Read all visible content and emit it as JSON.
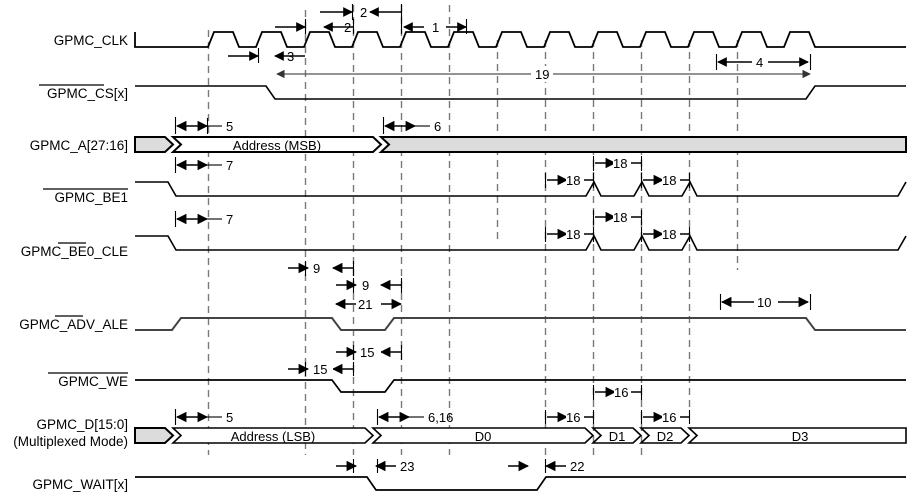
{
  "diagram": {
    "title": "GPMC Synchronous Multiplexed Write Timing Diagram",
    "type": "timing-diagram",
    "colors": {
      "signal": "#000000",
      "gridline": "#7a7a7a",
      "bus_fill_idle": "#dcdcdc",
      "bus_fill_active": "#ffffff",
      "background": "#ffffff"
    },
    "signals": [
      {
        "id": "clk",
        "label": "GPMC_CLK",
        "overline": "",
        "label2": ""
      },
      {
        "id": "cs",
        "label": "GPMC_CS[x]",
        "overline": "GPMC_CS",
        "label2": ""
      },
      {
        "id": "a",
        "label": "GPMC_A[27:16]",
        "overline": "",
        "label2": ""
      },
      {
        "id": "be1",
        "label": "GPMC_BE1",
        "overline": "GPMC_BE1",
        "label2": ""
      },
      {
        "id": "be0",
        "label": "GPMC_BE0_CLE",
        "overline": "BE0",
        "label2": ""
      },
      {
        "id": "adv",
        "label": "GPMC_ADV_ALE",
        "overline": "ADV",
        "label2": ""
      },
      {
        "id": "we",
        "label": "GPMC_WE",
        "overline": "GPMC_WE",
        "label2": ""
      },
      {
        "id": "d",
        "label": "GPMC_D[15:0]",
        "overline": "",
        "label2": "(Multiplexed Mode)"
      },
      {
        "id": "wait",
        "label": "GPMC_WAIT[x]",
        "overline": "",
        "label2": ""
      }
    ],
    "bus_segments": {
      "address_msb": "Address (MSB)",
      "address_lsb": "Address (LSB)",
      "d0": "D0",
      "d1": "D1",
      "d2": "D2",
      "d3": "D3"
    },
    "timing_markers": [
      {
        "id": "m2a",
        "value": "2",
        "row": "clk-top2"
      },
      {
        "id": "m2b",
        "value": "2",
        "row": "clk-top1"
      },
      {
        "id": "m1",
        "value": "1",
        "row": "clk-top1"
      },
      {
        "id": "m3",
        "value": "3",
        "row": "clk-bottom"
      },
      {
        "id": "m19",
        "value": "19",
        "row": "cs"
      },
      {
        "id": "m4",
        "value": "4",
        "row": "cs-top"
      },
      {
        "id": "m5a",
        "value": "5",
        "row": "a-top"
      },
      {
        "id": "m6",
        "value": "6",
        "row": "a-top"
      },
      {
        "id": "m7a",
        "value": "7",
        "row": "be1-top"
      },
      {
        "id": "m18a",
        "value": "18",
        "row": "be1-top-upper"
      },
      {
        "id": "m18b",
        "value": "18",
        "row": "be1-top-lower"
      },
      {
        "id": "m18c",
        "value": "18",
        "row": "be1-top-lower"
      },
      {
        "id": "m18d",
        "value": "18",
        "row": "be1-top-upper2"
      },
      {
        "id": "m7b",
        "value": "7",
        "row": "be0-top"
      },
      {
        "id": "m18e",
        "value": "18",
        "row": "be0-top-upper"
      },
      {
        "id": "m18f",
        "value": "18",
        "row": "be0-top-lower"
      },
      {
        "id": "m18g",
        "value": "18",
        "row": "be0-top-lower"
      },
      {
        "id": "m18h",
        "value": "18",
        "row": "be0-top-upper2"
      },
      {
        "id": "m9a",
        "value": "9",
        "row": "adv-top"
      },
      {
        "id": "m9b",
        "value": "9",
        "row": "adv-top2"
      },
      {
        "id": "m21",
        "value": "21",
        "row": "adv-top3"
      },
      {
        "id": "m10",
        "value": "10",
        "row": "adv-top-right"
      },
      {
        "id": "m15a",
        "value": "15",
        "row": "we-top"
      },
      {
        "id": "m15b",
        "value": "15",
        "row": "we-top2"
      },
      {
        "id": "m16a",
        "value": "16",
        "row": "d-top-upper"
      },
      {
        "id": "m5b",
        "value": "5",
        "row": "d-top"
      },
      {
        "id": "m616",
        "value": "6,16",
        "row": "d-top"
      },
      {
        "id": "m16b",
        "value": "16",
        "row": "d-top"
      },
      {
        "id": "m16c",
        "value": "16",
        "row": "d-top"
      },
      {
        "id": "m23",
        "value": "23",
        "row": "wait-top"
      },
      {
        "id": "m22",
        "value": "22",
        "row": "wait-top"
      }
    ]
  }
}
